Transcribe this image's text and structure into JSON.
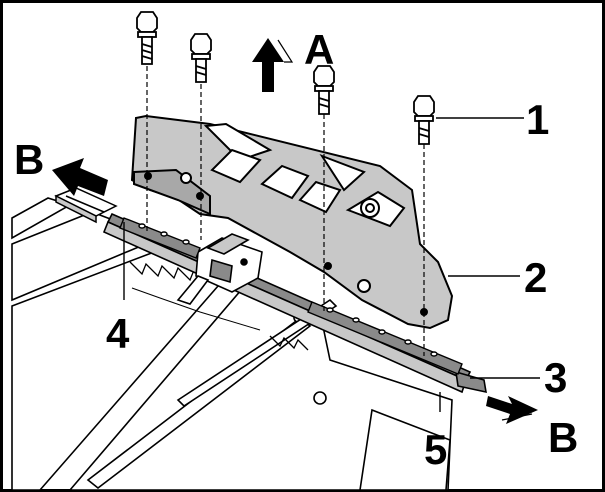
{
  "callouts": {
    "c1": "1",
    "c2": "2",
    "c3": "3",
    "c4": "4",
    "c5": "5"
  },
  "directions": {
    "up": "A",
    "slide_left": "B",
    "slide_right": "B"
  },
  "colors": {
    "line": "#000000",
    "part_fill": "#c8c8c8",
    "part_dark": "#8a8a8a",
    "floor": "#ffffff",
    "background": "#ffffff"
  }
}
